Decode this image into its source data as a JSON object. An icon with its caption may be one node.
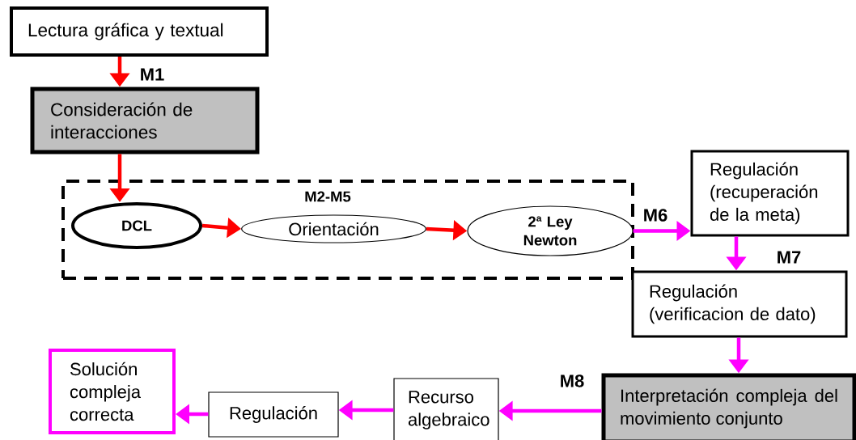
{
  "diagram": {
    "nodes": [
      {
        "text": [
          "Lectura gráfica y textual"
        ]
      },
      {
        "text": [
          "Consideración de interacciones"
        ]
      },
      {
        "text": [],
        "shape": "box"
      },
      {
        "text": [
          "DCL"
        ],
        "in": 2
      },
      {
        "text": [
          "Orientación"
        ],
        "in": 2
      },
      {
        "text": [
          "2ª Ley Newton"
        ],
        "in": 2
      },
      {
        "text": [
          "Regulación (recuperación de la meta)"
        ]
      },
      {
        "text": [
          "Regulación (verificacion de dato)"
        ]
      },
      {
        "text": [
          "Interpretación compleja del movimiento conjunto"
        ]
      },
      {
        "text": [
          "Recurso algebraico"
        ]
      },
      {
        "text": [
          "Regulación"
        ]
      },
      {
        "text": [
          "Solución compleja correcta"
        ]
      }
    ],
    "edges": [
      {
        "from": 0,
        "to": 1,
        "arrow": "to",
        "label": "M1",
        "color": "#ff0000"
      },
      {
        "from": 1,
        "to": 3,
        "arrow": "to",
        "color": "#ff0000"
      },
      {
        "from": 3,
        "to": 4,
        "arrow": "to",
        "color": "#ff0000"
      },
      {
        "from": 4,
        "to": 5,
        "arrow": "to",
        "color": "#ff0000"
      },
      {
        "from": 5,
        "to": 6,
        "arrow": "to",
        "label": "M6"
      },
      {
        "from": 6,
        "to": 7,
        "arrow": "to",
        "label": "M7"
      },
      {
        "from": 7,
        "to": 8,
        "arrow": "to"
      },
      {
        "from": 8,
        "to": 9,
        "arrow": "to",
        "label": "M8"
      },
      {
        "from": 9,
        "to": 10,
        "arrow": "to"
      },
      {
        "from": 10,
        "to": 11,
        "arrow": "to"
      }
    ],
    "labels": [
      "M2-M5"
    ]
  }
}
